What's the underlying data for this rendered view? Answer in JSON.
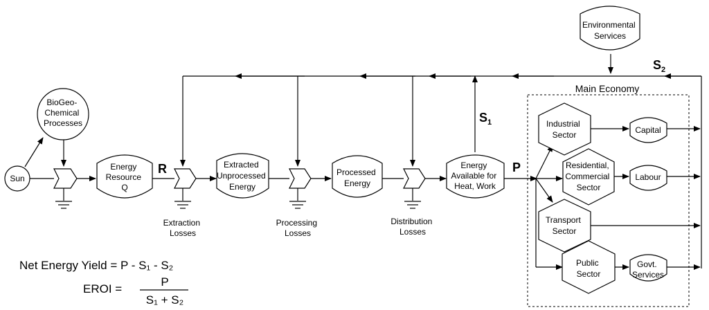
{
  "nodes": {
    "sun": "Sun",
    "biogeo": [
      "BioGeo-",
      "Chemical",
      "Processes"
    ],
    "energy_resource": [
      "Energy",
      "Resource",
      "Q"
    ],
    "extracted": [
      "Extracted",
      "Unprocessed",
      "Energy"
    ],
    "processed": [
      "Processed",
      "Energy"
    ],
    "available": [
      "Energy",
      "Available for",
      "Heat, Work"
    ],
    "env_services": [
      "Environmental",
      "Services"
    ],
    "main_economy": "Main Economy",
    "industrial": [
      "Industrial",
      "Sector"
    ],
    "residential": [
      "Residential,",
      "Commercial",
      "Sector"
    ],
    "transport": [
      "Transport",
      "Sector"
    ],
    "public": [
      "Public",
      "Sector"
    ],
    "capital": "Capital",
    "labour": "Labour",
    "govt": [
      "Govt.",
      "Services"
    ]
  },
  "labels": {
    "R": "R",
    "P": "P",
    "S1": "S",
    "S1_sub": "1",
    "S2": "S",
    "S2_sub": "2",
    "extraction_losses": [
      "Extraction",
      "Losses"
    ],
    "processing_losses": [
      "Processing",
      "Losses"
    ],
    "distribution_losses": [
      "Distribution",
      "Losses"
    ]
  },
  "formulas": {
    "net_energy": "Net Energy Yield = P - S₁ - S₂",
    "eroi_label": "EROI =",
    "eroi_numerator": "P",
    "eroi_denominator": "S₁ + S₂"
  }
}
